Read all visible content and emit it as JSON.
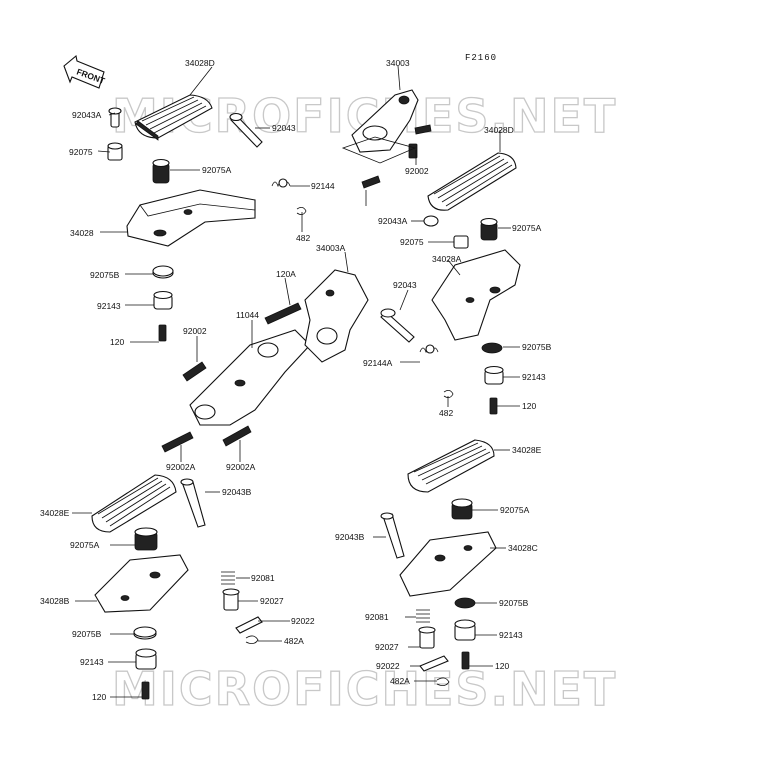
{
  "figure_code": "F2160",
  "front_label": "FRONT",
  "watermark": "MICROFICHES.NET",
  "callouts": [
    "34028D",
    "92043A",
    "92043",
    "92075",
    "92075A",
    "92144",
    "34028",
    "482",
    "92075B",
    "92143",
    "120",
    "34003",
    "92002",
    "34028D",
    "92043A",
    "92075",
    "92075A",
    "34028A",
    "34003A",
    "120A",
    "11044",
    "92002",
    "92043",
    "92144A",
    "92075B",
    "92143",
    "482",
    "120",
    "92002A",
    "92002A",
    "92043B",
    "34028E",
    "92075A",
    "92081",
    "92027",
    "34028B",
    "92022",
    "482A",
    "92075B",
    "92143",
    "120",
    "34028E",
    "92075A",
    "92043B",
    "34028C",
    "92081",
    "92075B",
    "92027",
    "92143",
    "92022",
    "120",
    "482A"
  ]
}
